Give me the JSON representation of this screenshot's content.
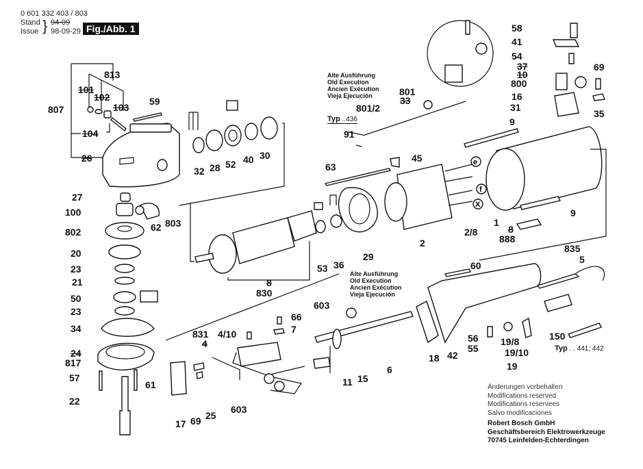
{
  "header": {
    "part_number": "0 601 332 403 / 803",
    "stand_label": "Stand",
    "stand_value_struck": "94-09",
    "issue_label": "Issue",
    "issue_value": "98-09-29",
    "figure_badge": "Fig./Abb. 1"
  },
  "labels": {
    "p813": "813",
    "p101": "101",
    "p102": "102",
    "p103": "103",
    "p807": "807",
    "p104": "104",
    "p26": "26",
    "p59": "59",
    "p32": "32",
    "p28": "28",
    "p52": "52",
    "p40": "40",
    "p30": "30",
    "p27": "27",
    "p100": "100",
    "p62": "62",
    "p803": "803",
    "p802": "802",
    "p20": "20",
    "p23a": "23",
    "p21": "21",
    "p50": "50",
    "p23b": "23",
    "p34": "34",
    "p24": "24",
    "p817": "817",
    "p57": "57",
    "p61": "61",
    "p22": "22",
    "p53": "53",
    "p36": "36",
    "p8": "8",
    "p830": "830",
    "p801": "801",
    "p33": "33",
    "p801_2": "801/2",
    "p91": "91",
    "p63": "63",
    "p45": "45",
    "p29": "29",
    "p2": "2",
    "p2_8": "2/8",
    "p58": "58",
    "p41": "41",
    "p54": "54",
    "p37": "37",
    "p10": "10",
    "p800": "800",
    "p16": "16",
    "p31": "31",
    "p69a": "69",
    "p35": "35",
    "p9a": "9",
    "p1": "1",
    "p8b": "8",
    "p888": "888",
    "p9b": "9",
    "p835": "835",
    "p5": "5",
    "p60": "60",
    "p56": "56",
    "p55": "55",
    "p19_8": "19/8",
    "p19_10": "19/10",
    "p19": "19",
    "p150": "150",
    "p603a": "603",
    "p66": "66",
    "p7": "7",
    "p831": "831",
    "p4_10": "4/10",
    "p4": "4",
    "p11": "11",
    "p15": "15",
    "p6": "6",
    "p18": "18",
    "p42": "42",
    "p17": "17",
    "p69b": "69",
    "p25": "25",
    "p603b": "603"
  },
  "circle_markers": {
    "x": "X",
    "e": "e",
    "f": "f"
  },
  "notes": {
    "old_execution_1": [
      "Alte Ausführung",
      "Old Execution",
      "Ancien Exécution",
      "Vieja Ejecución"
    ],
    "old_execution_2": [
      "Alte Ausführung",
      "Old Execution",
      "Ancien Exécution",
      "Vieja Ejecución"
    ],
    "typ_436_prefix": "Typ",
    "typ_436_value": "..436",
    "typ_441_prefix": "Typ",
    "typ_441_value": ". . 441; 442"
  },
  "footer": {
    "modifications": [
      "Änderungen vorbehalten",
      "Modifications reserved",
      "Modifications reservees",
      "Salvo modificaciones"
    ],
    "company": [
      "Robert Bosch GmbH",
      "Geschäftsbereich Elektrowerkzeuge",
      "70745 Leinfelden-Echterdingen"
    ]
  }
}
